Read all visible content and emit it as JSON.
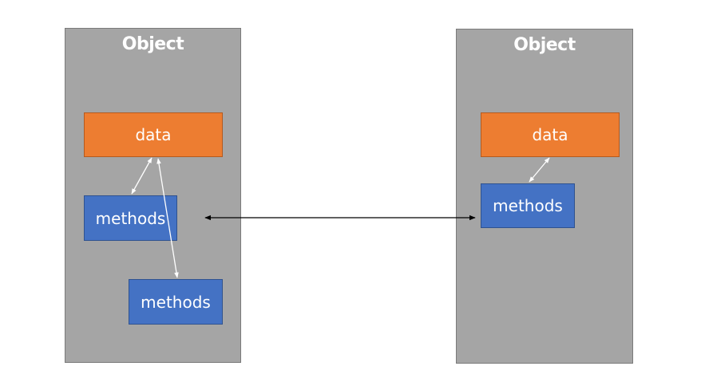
{
  "colors": {
    "panel": "#a5a5a5",
    "data": "#ed7d31",
    "methods": "#4472c4",
    "inner_arrow": "#ffffff",
    "connector": "#000000"
  },
  "left_object": {
    "title": "Object",
    "data_label": "data",
    "methods_1_label": "methods",
    "methods_2_label": "methods"
  },
  "right_object": {
    "title": "Object",
    "data_label": "data",
    "methods_label": "methods"
  }
}
